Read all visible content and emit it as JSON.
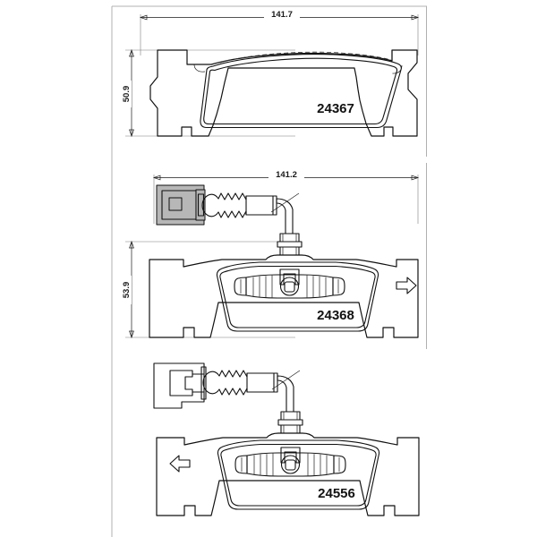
{
  "document": {
    "type": "technical-drawing",
    "subject": "brake-pad-set-dimension-drawing",
    "background_color": "#ffffff",
    "line_color": "#111111",
    "frame_color": "#b0b0b0"
  },
  "frame": {
    "left_border_x": 125,
    "right_border_x": 476,
    "top_border_y": 7
  },
  "figures": [
    {
      "id": "figure-1",
      "part_number": "24367",
      "width_dimension": "141.7",
      "height_dimension": "50.9",
      "has_wear_sensor": false,
      "has_retaining_clip": false,
      "direction_arrow": "none"
    },
    {
      "id": "figure-2",
      "part_number": "24368",
      "width_dimension": "141.2",
      "height_dimension": "53.9",
      "has_wear_sensor": true,
      "has_retaining_clip": true,
      "direction_arrow": "right"
    },
    {
      "id": "figure-3",
      "part_number": "24556",
      "width_dimension": "",
      "height_dimension": "",
      "has_wear_sensor": true,
      "has_retaining_clip": true,
      "direction_arrow": "left"
    }
  ],
  "labels": {
    "fig1_width": "141.7",
    "fig1_height": "50.9",
    "fig1_part": "24367",
    "fig2_width": "141.2",
    "fig2_height": "53.9",
    "fig2_part": "24368",
    "fig3_part": "24556"
  }
}
